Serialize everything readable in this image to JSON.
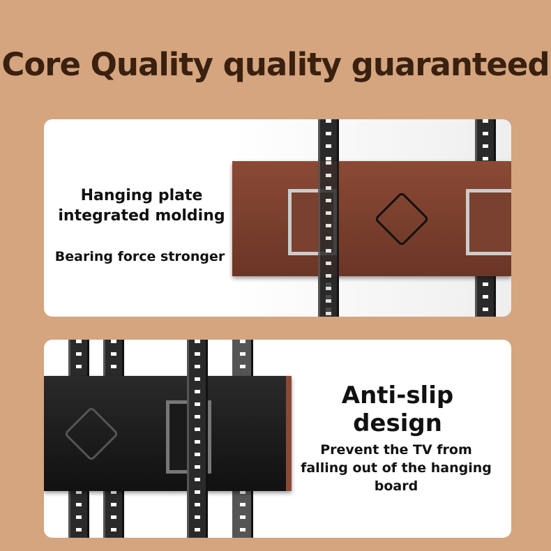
{
  "title": "Core Quality quality guaranteed",
  "card1": {
    "line1": "Hanging plate",
    "line2": "integrated molding",
    "line3": "Bearing force stronger"
  },
  "card2": {
    "heading": "Anti-slip design",
    "body": "Prevent the TV from falling out of the hanging board"
  }
}
